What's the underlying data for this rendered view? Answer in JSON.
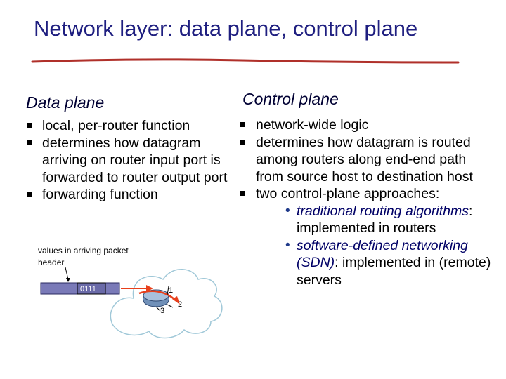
{
  "title": "Network layer: data plane, control plane",
  "left": {
    "heading": "Data plane",
    "bullets": [
      "local, per-router function",
      "determines how datagram arriving on router input port is forwarded to router output port",
      "forwarding function"
    ]
  },
  "right": {
    "heading": "Control plane",
    "bullets": [
      "network-wide logic",
      "determines how datagram is routed among routers along end-end path from source host to destination host",
      "two control-plane approaches:"
    ],
    "sub_bullets": [
      {
        "italic": "traditional routing algorithms",
        "rest": ": implemented in routers"
      },
      {
        "italic": "software-defined networking (SDN)",
        "rest": ": implemented in (remote) servers"
      }
    ]
  },
  "diagram": {
    "label": "values in arriving packet header",
    "header_value": "0111",
    "ports": [
      "1",
      "2",
      "3"
    ]
  },
  "colors": {
    "title": "#1f1f80",
    "packet_header": "#7a7ab8",
    "router_arrow": "#e8401c",
    "cloud_stroke": "#a0c8d8"
  }
}
